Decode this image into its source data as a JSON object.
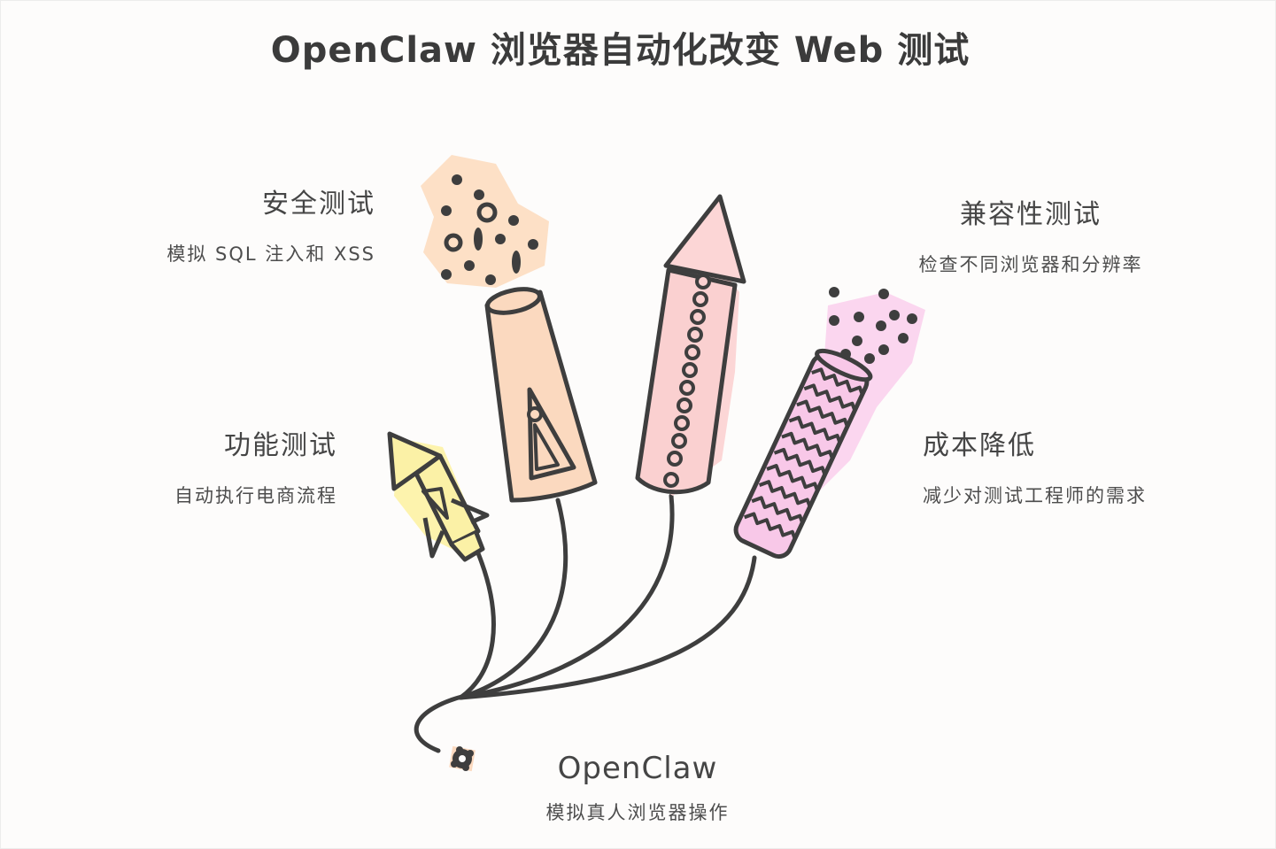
{
  "title": "OpenClaw 浏览器自动化改变 Web 测试",
  "center": {
    "heading": "OpenClaw",
    "desc": "模拟真人浏览器操作"
  },
  "rockets": [
    {
      "heading": "安全测试",
      "desc": "模拟 SQL 注入和 XSS",
      "color": "#fbd9bf"
    },
    {
      "heading": "功能测试",
      "desc": "自动执行电商流程",
      "color": "#fbf1a6"
    },
    {
      "heading": "兼容性测试",
      "desc": "检查不同浏览器和分辨率",
      "color": "#fad0d0"
    },
    {
      "heading": "成本降低",
      "desc": "减少对测试工程师的需求",
      "color": "#f8c8e8"
    }
  ],
  "colors": {
    "ink": "#3e3e3e",
    "background": "#fdfcfb"
  }
}
